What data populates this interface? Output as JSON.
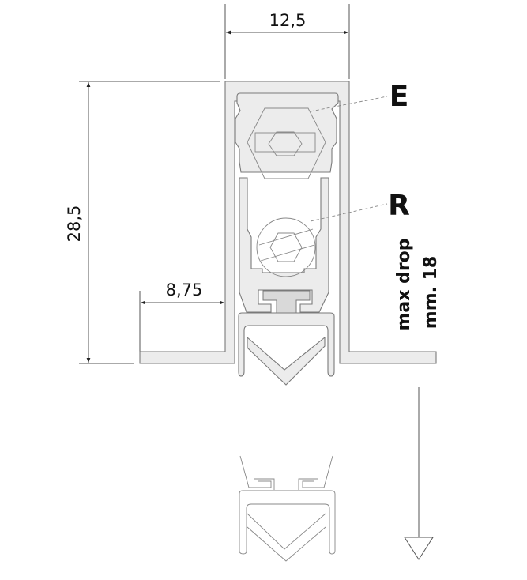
{
  "dimensions": {
    "width": "12,5",
    "height": "28,5",
    "offset": "8,75"
  },
  "callouts": {
    "e_label": "E",
    "r_label": "R"
  },
  "drop": {
    "line1": "max drop",
    "line2": "mm. 18"
  },
  "colors": {
    "profile_fill": "#ececec",
    "stroke": "#7a7a7a"
  }
}
